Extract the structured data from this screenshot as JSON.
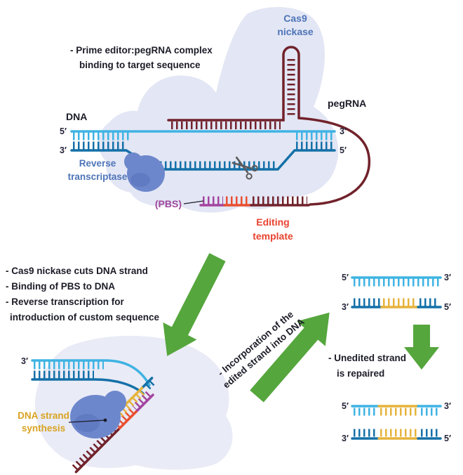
{
  "title": "Prime editing mechanism diagram",
  "colors": {
    "light_strand": "#3fb3e3",
    "dark_strand": "#1470a8",
    "pegrna_maroon": "#71222b",
    "pbs_purple": "#a3459f",
    "editing_template_red": "#e94f30",
    "edited_yellow": "#e6b33c",
    "arrow_green": "#55a63d",
    "protein_blob": "#e3e6f4",
    "rt_blob": "#6d87cc",
    "blue_label": "#4d74b8",
    "red_label": "#e8432e",
    "purple_label": "#a0479d",
    "gold_label": "#d9a321"
  },
  "icons": {
    "cut_site": "scissors-icon"
  },
  "primes": {
    "five": "5′",
    "three": "3′"
  },
  "step1": {
    "description_line1": "- Prime editor:pegRNA complex",
    "description_line2": "binding to target sequence",
    "cas9_line1": "Cas9",
    "cas9_line2": "nickase",
    "dna_label": "DNA",
    "pegrna_label": "pegRNA",
    "rt_line1": "Reverse",
    "rt_line2": "transcriptase",
    "pbs_label": "(PBS)",
    "editing_template_line1": "Editing",
    "editing_template_line2": "template"
  },
  "step2": {
    "bullet1": "- Cas9 nickase cuts DNA strand",
    "bullet2": "- Binding of PBS to DNA",
    "bullet3": "- Reverse transcription for",
    "bullet4": "introduction of custom sequence",
    "synthesis_line1": "DNA strand",
    "synthesis_line2": "synthesis"
  },
  "step3": {
    "incorporation_line1": "- Incorporation of the",
    "incorporation_line2": "edited strand into DNA"
  },
  "step4": {
    "unedited_line1": "- Unedited strand",
    "unedited_line2": "is repaired"
  }
}
